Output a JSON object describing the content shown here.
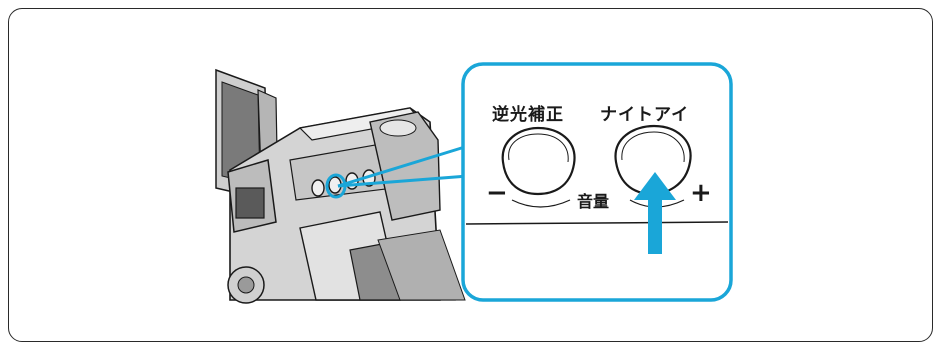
{
  "labels": {
    "backlight": "逆光補正",
    "night_eye": "ナイトアイ",
    "volume": "音量",
    "minus": "−",
    "plus": "+"
  },
  "colors": {
    "highlight": "#1aa6d8",
    "arrow": "#1aa6d8",
    "outline": "#1a1a1a",
    "camera_body": "#d8d8d8",
    "camera_shade": "#9a9a9a"
  },
  "icons": {
    "camera": "camcorder-illustration",
    "zoom_callout": "zoom-callout",
    "press_arrow": "up-arrow-icon"
  }
}
